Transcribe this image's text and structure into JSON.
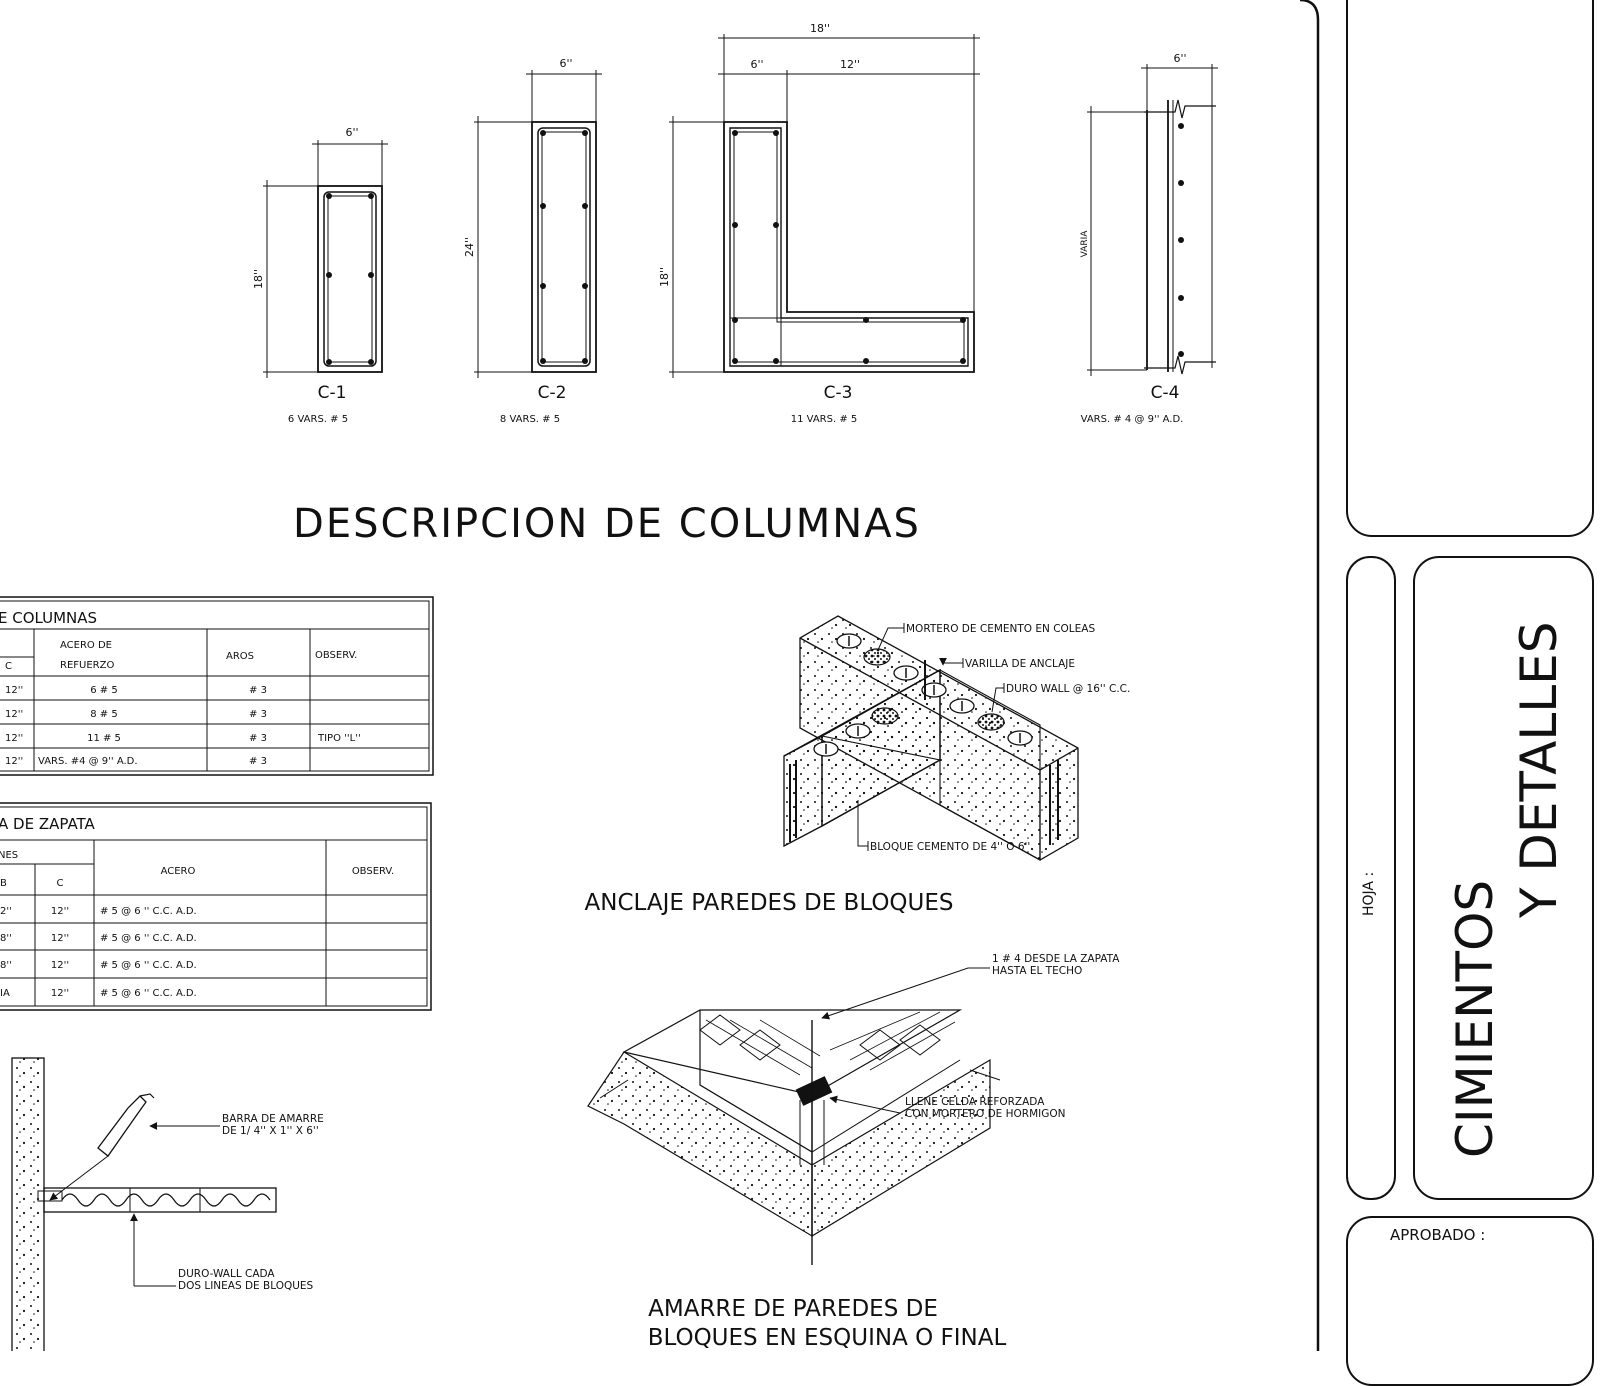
{
  "title": "DESCRIPCION DE COLUMNAS",
  "columns": [
    {
      "id": "C-1",
      "bars": "6 VARS. # 5",
      "width_dim": "6''",
      "height_dim": "18''"
    },
    {
      "id": "C-2",
      "bars": "8 VARS. # 5",
      "width_dim": "6''",
      "height_dim": "24''"
    },
    {
      "id": "C-3",
      "bars": "11 VARS. # 5",
      "width_dim_total": "18''",
      "width_dim_a": "6''",
      "width_dim_b": "12''",
      "height_dim": "18''"
    },
    {
      "id": "C-4",
      "bars": "VARS. # 4 @ 9'' A.D.",
      "width_dim": "6''",
      "height_dim": "VARIA"
    }
  ],
  "column_table": {
    "title": "E COLUMNAS",
    "headers": {
      "c": "C",
      "steel": "ACERO DE",
      "steel2": "REFUERZO",
      "ties": "AROS",
      "notes": "OBSERV."
    },
    "rows": [
      {
        "c": "12''",
        "steel": "6 # 5",
        "ties": "# 3",
        "notes": ""
      },
      {
        "c": "12''",
        "steel": "8 # 5",
        "ties": "# 3",
        "notes": ""
      },
      {
        "c": "12''",
        "steel": "11 # 5",
        "ties": "# 3",
        "notes": "TIPO ''L''"
      },
      {
        "c": "12''",
        "steel": "VARS. #4 @ 9'' A.D.",
        "ties": "# 3",
        "notes": ""
      }
    ]
  },
  "footing_table": {
    "title": "A DE ZAPATA",
    "headers": {
      "dims": "NES",
      "b": "B",
      "c": "C",
      "steel": "ACERO",
      "notes": "OBSERV."
    },
    "rows": [
      {
        "b": "2''",
        "c": "12''",
        "steel": "# 5 @ 6 '' C.C. A.D.",
        "notes": ""
      },
      {
        "b": "8''",
        "c": "12''",
        "steel": "# 5 @ 6 '' C.C. A.D.",
        "notes": ""
      },
      {
        "b": "8''",
        "c": "12''",
        "steel": "# 5 @ 6 '' C.C. A.D.",
        "notes": ""
      },
      {
        "b": "IA",
        "c": "12''",
        "steel": "# 5 @ 6 '' C.C. A.D.",
        "notes": ""
      }
    ]
  },
  "anchorage": {
    "title": "ANCLAJE PAREDES DE BLOQUES",
    "labels": [
      "MORTERO DE CEMENTO EN COLEAS",
      "VARILLA DE ANCLAJE",
      "DURO WALL @ 16'' C.C.",
      "BLOQUE CEMENTO DE 4'' O 6''"
    ]
  },
  "corner": {
    "title_line1": "AMARRE DE PAREDES DE",
    "title_line2": "BLOQUES EN ESQUINA O FINAL",
    "label1_line1": "1 # 4 DESDE LA ZAPATA",
    "label1_line2": "HASTA EL TECHO",
    "label2_line1": "LLENE CELDA REFORZADA",
    "label2_line2": "CON MORTERO DE HORMIGON"
  },
  "tie_detail": {
    "label1_line1": "BARRA DE AMARRE",
    "label1_line2": "DE 1/ 4'' X 1'' X 6''",
    "label2_line1": "DURO-WALL CADA",
    "label2_line2": "DOS LINEAS DE BLOQUES"
  },
  "title_block": {
    "sheet_label": "HOJA :",
    "sheet_title_line1": "CIMIENTOS",
    "sheet_title_line2": "Y DETALLES",
    "approved_label": "APROBADO :"
  }
}
